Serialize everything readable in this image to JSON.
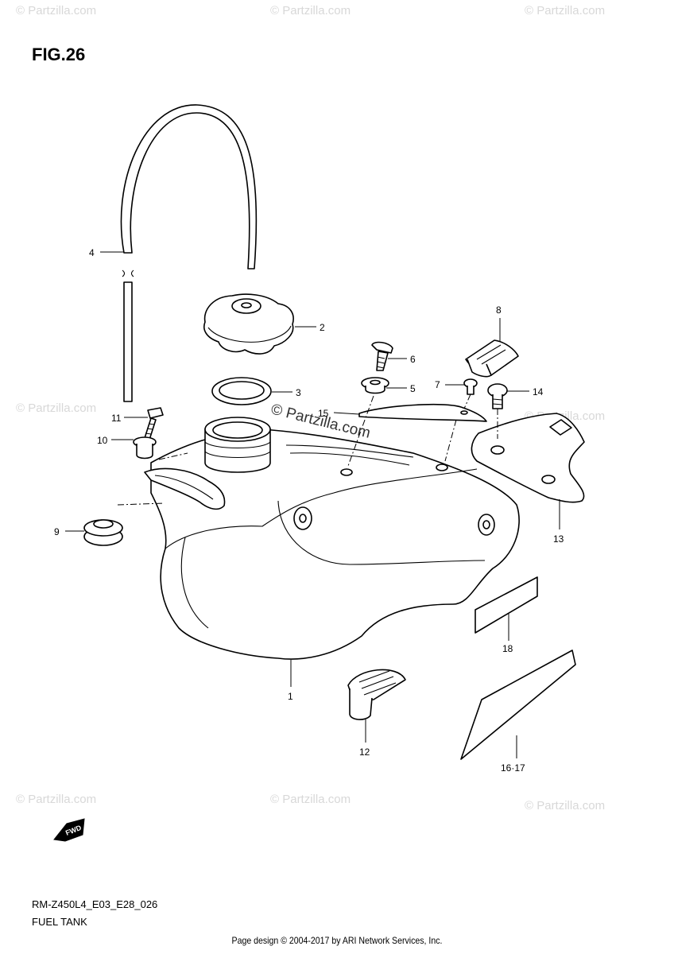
{
  "figure": {
    "title": "FIG.26",
    "model_code": "RM-Z450L4_E03_E28_026",
    "section_name": "FUEL TANK"
  },
  "footer": {
    "credit": "Page design © 2004-2017 by ARI Network Services, Inc."
  },
  "watermark": {
    "text": "© Partzilla.com",
    "color": "#d8d8d8"
  },
  "fwd_badge": {
    "text": "FWD"
  },
  "callouts": [
    {
      "id": "1",
      "text": "1"
    },
    {
      "id": "2",
      "text": "2"
    },
    {
      "id": "3",
      "text": "3"
    },
    {
      "id": "4",
      "text": "4"
    },
    {
      "id": "5",
      "text": "5"
    },
    {
      "id": "6",
      "text": "6"
    },
    {
      "id": "7",
      "text": "7"
    },
    {
      "id": "8",
      "text": "8"
    },
    {
      "id": "9",
      "text": "9"
    },
    {
      "id": "10",
      "text": "10"
    },
    {
      "id": "11",
      "text": "11"
    },
    {
      "id": "12",
      "text": "12"
    },
    {
      "id": "13",
      "text": "13"
    },
    {
      "id": "14",
      "text": "14"
    },
    {
      "id": "15",
      "text": "15"
    },
    {
      "id": "16-17",
      "text": "16·17"
    },
    {
      "id": "18",
      "text": "18"
    }
  ]
}
